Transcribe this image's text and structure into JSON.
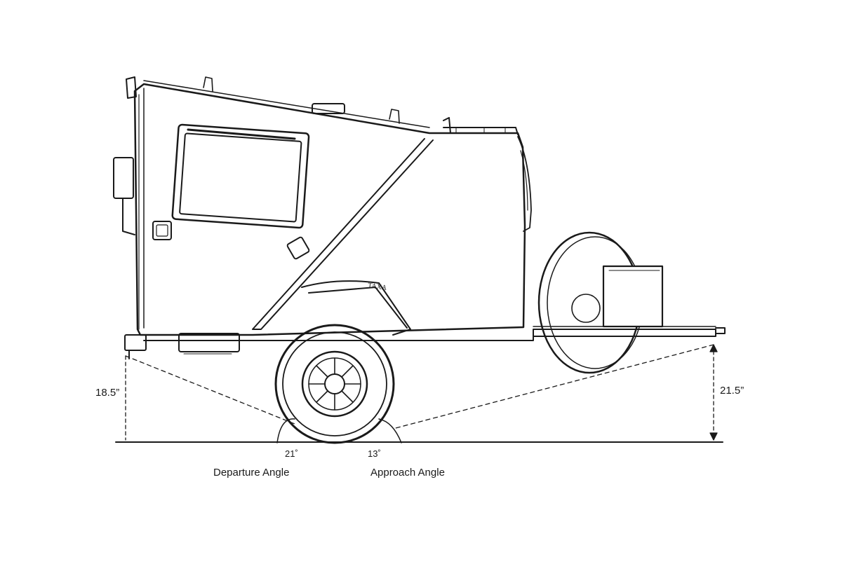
{
  "logo_text": "TAXA",
  "dimensions": {
    "rear_height": "18.5”",
    "front_height": "21.5”"
  },
  "angles": {
    "departure_value": "21˚",
    "departure_label": "Departure Angle",
    "approach_value": "13˚",
    "approach_label": "Approach Angle"
  },
  "colors": {
    "line": "#1a1a1a",
    "background": "#ffffff"
  }
}
